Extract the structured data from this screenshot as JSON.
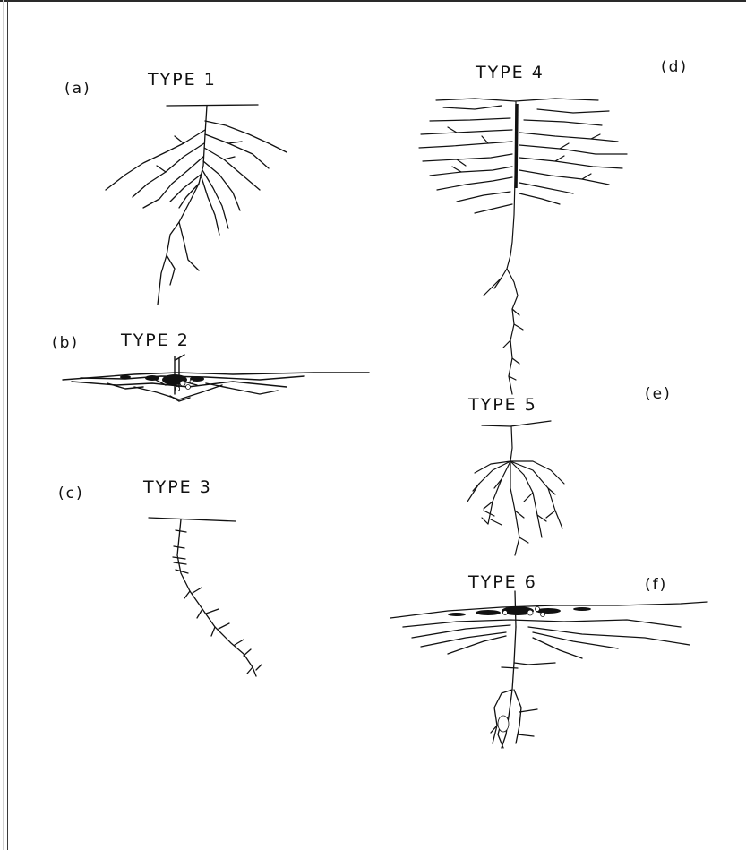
{
  "diagrams": [
    {
      "letter": "(a)",
      "title": "TYPE 1"
    },
    {
      "letter": "(b)",
      "title": "TYPE 2"
    },
    {
      "letter": "(c)",
      "title": "TYPE 3"
    },
    {
      "letter": "(d)",
      "title": "TYPE 4"
    },
    {
      "letter": "(e)",
      "title": "TYPE 5"
    },
    {
      "letter": "(f)",
      "title": "TYPE 6"
    }
  ]
}
